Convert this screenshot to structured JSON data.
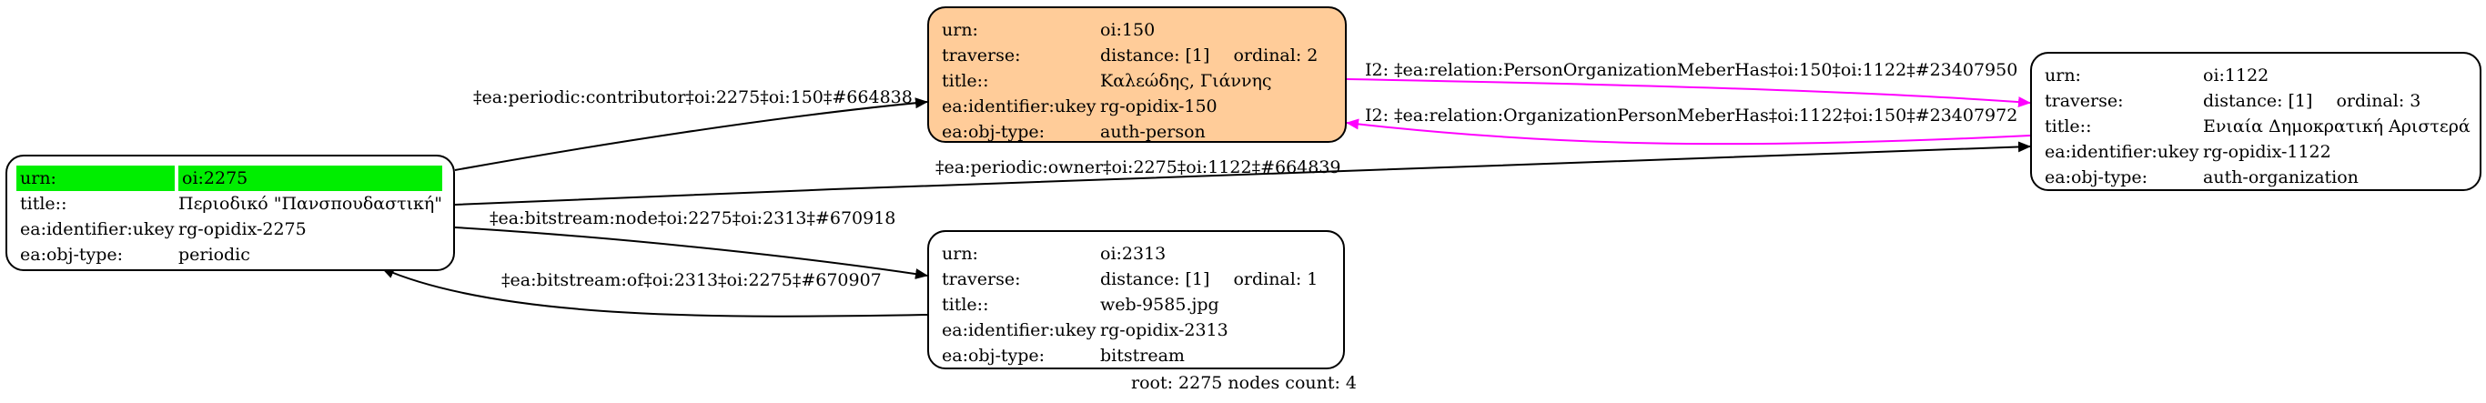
{
  "nodes": {
    "periodic": {
      "urn_key": "urn:",
      "urn_val": "oi:2275",
      "title_key": "title::",
      "title_val": "Περιοδικό \"Πανσπουδαστική\"",
      "ukey_key": "ea:identifier:ukey",
      "ukey_val": "rg-opidix-2275",
      "type_key": "ea:obj-type:",
      "type_val": "periodic"
    },
    "author": {
      "urn_key": "urn:",
      "urn_val": "oi:150",
      "trav_key": "traverse:",
      "trav_distance": "distance: [1]",
      "trav_ordinal": "ordinal: 2",
      "title_key": "title::",
      "title_val": "Καλεώδης, Γιάννης",
      "ukey_key": "ea:identifier:ukey",
      "ukey_val": "rg-opidix-150",
      "type_key": "ea:obj-type:",
      "type_val": "auth-person"
    },
    "organization": {
      "urn_key": "urn:",
      "urn_val": "oi:1122",
      "trav_key": "traverse:",
      "trav_distance": "distance: [1]",
      "trav_ordinal": "ordinal: 3",
      "title_key": "title::",
      "title_val": "Ενιαία Δημοκρατική Αριστερά",
      "ukey_key": "ea:identifier:ukey",
      "ukey_val": "rg-opidix-1122",
      "type_key": "ea:obj-type:",
      "type_val": "auth-organization"
    },
    "bitstream": {
      "urn_key": "urn:",
      "urn_val": "oi:2313",
      "trav_key": "traverse:",
      "trav_distance": "distance: [1]",
      "trav_ordinal": "ordinal: 1",
      "title_key": "title::",
      "title_val": "web-9585.jpg",
      "ukey_key": "ea:identifier:ukey",
      "ukey_val": "rg-opidix-2313",
      "type_key": "ea:obj-type:",
      "type_val": "bitstream"
    }
  },
  "edges": {
    "contributor": "‡ea:periodic:contributor‡oi:2275‡oi:150‡#664838",
    "owner": "‡ea:periodic:owner‡oi:2275‡oi:1122‡#664839",
    "bitstream_node": "‡ea:bitstream:node‡oi:2275‡oi:2313‡#670918",
    "bitstream_of": "‡ea:bitstream:of‡oi:2313‡oi:2275‡#670907",
    "person_org": "I2: ‡ea:relation:PersonOrganizationMeberHas‡oi:150‡oi:1122‡#23407950",
    "org_person": "I2: ‡ea:relation:OrganizationPersonMeberHas‡oi:1122‡oi:150‡#23407972"
  },
  "colors": {
    "root_highlight": "#00ee00",
    "author_fill": "#ffcc99",
    "relation_edge": "#ff00ff",
    "default_edge": "#000000"
  },
  "footer": "root: 2275 nodes count: 4"
}
